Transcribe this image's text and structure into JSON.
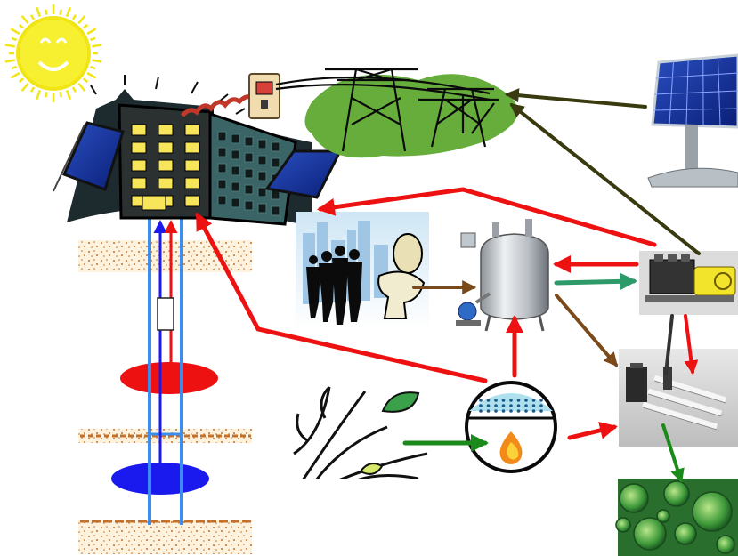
{
  "diagram": {
    "colors": {
      "electric_flow": "#ee1111",
      "solar_flow": "#3a3a10",
      "organic_flow": "#7a4a1a",
      "biogas_flow": "#2e9a6a",
      "biomass_flow": "#1a8a1a",
      "hot_well": "#ee1111",
      "cold_well": "#1a1aee",
      "grid_green": "#66ad3c",
      "sun": "#f5ee30"
    },
    "nodes": [
      {
        "id": "sun",
        "icon": "smiling-sun"
      },
      {
        "id": "building",
        "icon": "office-building-with-solar-panels"
      },
      {
        "id": "outlet",
        "icon": "power-outlet"
      },
      {
        "id": "grid",
        "icon": "power-transmission-towers"
      },
      {
        "id": "solar-panel",
        "icon": "solar-panel"
      },
      {
        "id": "people",
        "icon": "business-people-and-toilet"
      },
      {
        "id": "digester",
        "icon": "stainless-steel-digester-tank"
      },
      {
        "id": "chp",
        "icon": "combined-heat-power-engine"
      },
      {
        "id": "biomass",
        "icon": "plant-branches"
      },
      {
        "id": "incinerator",
        "icon": "incinerator-with-flame"
      },
      {
        "id": "photobioreactor",
        "icon": "algae-photobioreactor-tubes"
      },
      {
        "id": "algae",
        "icon": "green-algae-cells"
      },
      {
        "id": "thermal-storage",
        "icon": "underground-heat-cold-storage-wells"
      }
    ],
    "flows": [
      {
        "from": "solar-panel",
        "to": "grid",
        "kind": "solar_flow"
      },
      {
        "from": "chp",
        "to": "grid",
        "kind": "solar_flow"
      },
      {
        "from": "chp",
        "to": "people",
        "kind": "electric_flow"
      },
      {
        "from": "chp",
        "to": "digester",
        "kind": "electric_flow"
      },
      {
        "from": "digester",
        "to": "chp",
        "kind": "biogas_flow"
      },
      {
        "from": "people",
        "to": "digester",
        "kind": "organic_flow"
      },
      {
        "from": "digester",
        "to": "photobioreactor",
        "kind": "organic_flow"
      },
      {
        "from": "incinerator",
        "to": "digester",
        "kind": "electric_flow"
      },
      {
        "from": "incinerator",
        "to": "building",
        "kind": "electric_flow"
      },
      {
        "from": "incinerator",
        "to": "photobioreactor",
        "kind": "electric_flow"
      },
      {
        "from": "chp",
        "to": "photobioreactor",
        "kind": "electric_flow"
      },
      {
        "from": "biomass",
        "to": "incinerator",
        "kind": "biomass_flow"
      },
      {
        "from": "photobioreactor",
        "to": "algae",
        "kind": "biomass_flow"
      }
    ]
  }
}
